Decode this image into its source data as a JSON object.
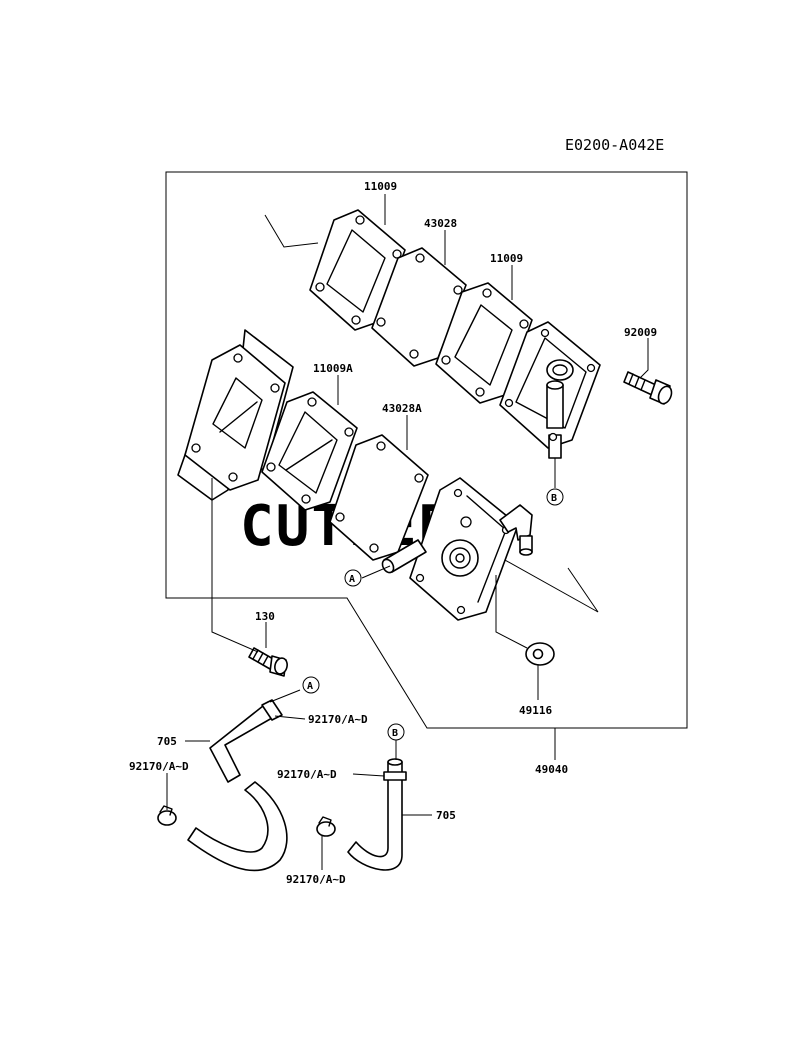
{
  "diagram": {
    "ref_code": "E0200-A042E",
    "watermark": "CUTLERS",
    "labels": {
      "p11009_top": "11009",
      "p43028": "43028",
      "p11009_right": "11009",
      "p92009": "92009",
      "p11009a": "11009A",
      "p43028a": "43028A",
      "p130": "130",
      "p49116": "49116",
      "p49040": "49040",
      "p705_left": "705",
      "p705_right": "705",
      "p92170_a": "92170/A~D",
      "p92170_b": "92170/A~D",
      "p92170_c": "92170/A~D",
      "p92170_d": "92170/A~D"
    },
    "markers": {
      "A": "A",
      "B": "B"
    }
  }
}
